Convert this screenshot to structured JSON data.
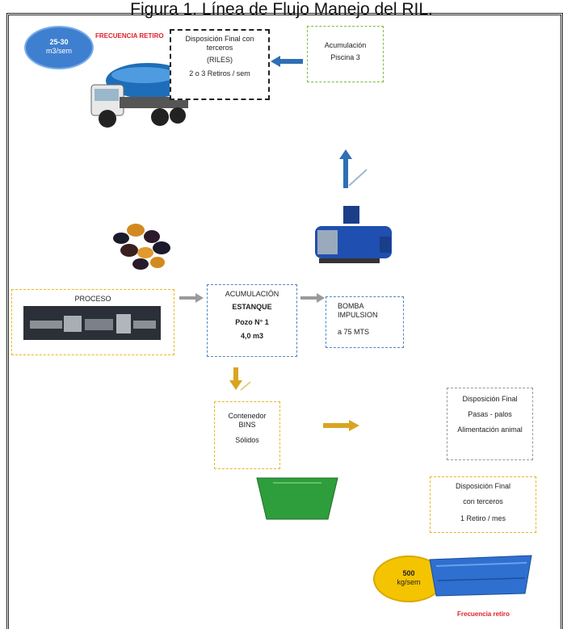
{
  "title": "Figura 1. Línea de Flujo Manejo del RIL.",
  "top_ellipse": {
    "line1": "25-30",
    "line2": "m3/sem"
  },
  "bottom_ellipse": {
    "line1": "500",
    "line2": "kg/sem"
  },
  "freq_top": "FRECUENCIA RETIRO",
  "freq_bottom": "Frecuencia retiro",
  "disp_riles": {
    "line1": "Disposición Final con terceros",
    "line2": "(RILES)",
    "line3": "2 o 3 Retiros / sem"
  },
  "acum_piscina": {
    "line1": "Acumulación",
    "line2": "Piscina 3"
  },
  "proceso": {
    "label": "PROCESO"
  },
  "estanque": {
    "line1": "ACUMULACIÓN",
    "line2": "ESTANQUE",
    "line3": "Pozo N° 1",
    "line4": "4,0 m3"
  },
  "bomba": {
    "line1": "BOMBA",
    "line2": "IMPULSION",
    "line3": "a 75 MTS"
  },
  "contenedor": {
    "line1": "Contenedor",
    "line2": "BINS",
    "line3": "Sólidos"
  },
  "disp_pasas": {
    "line1": "Disposición Final",
    "line2": "Pasas - palos",
    "line3": "Alimentación animal"
  },
  "disp_terceros": {
    "line1": "Disposición Final",
    "line2": "con terceros",
    "line3": "1 Retiro / mes"
  },
  "colors": {
    "blue_arrow": "#2f6fb5",
    "gray_arrow": "#9a9a9a",
    "gold_arrow": "#d9a520",
    "green_bin": "#2e9e3c",
    "blue_container": "#2f6fd0",
    "yellow_ellipse": "#f5c400",
    "blue_ellipse": "#3f7fd0"
  }
}
